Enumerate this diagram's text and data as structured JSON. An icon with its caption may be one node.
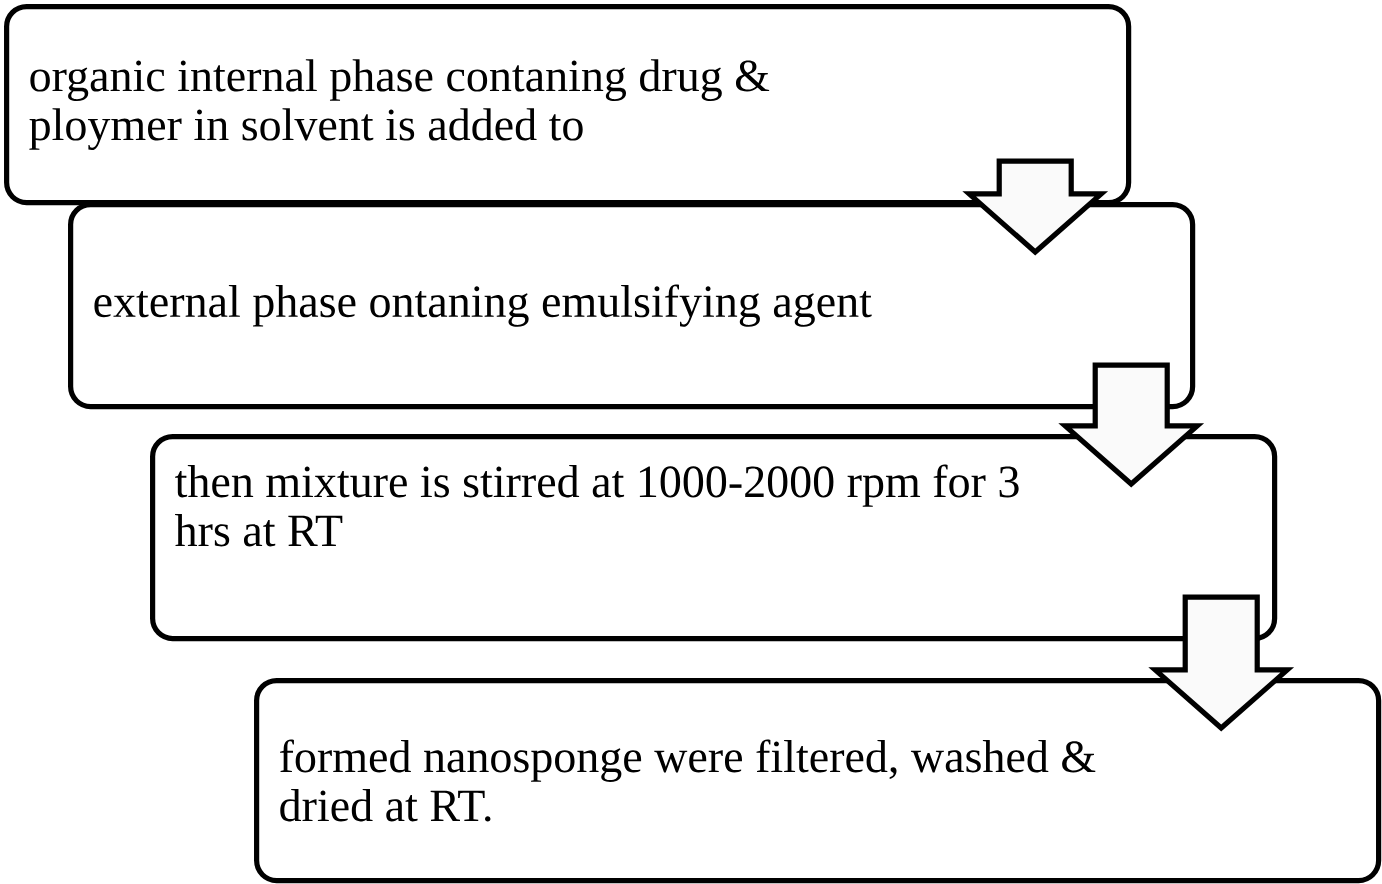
{
  "diagram": {
    "nodes": [
      {
        "text": [
          "organic internal phase contaning drug & ploymer in solvent is added to"
        ]
      },
      {
        "text": [
          "external phase ontaning emulsifying agent"
        ]
      },
      {
        "text": [
          "then mixture is stirred at 1000-2000 rpm for 3 hrs at RT"
        ]
      },
      {
        "text": [
          "formed nanosponge were filtered, washed & dried at RT."
        ]
      }
    ],
    "edges": [
      {
        "from": 0,
        "to": 1,
        "arrow": "to"
      },
      {
        "from": 1,
        "to": 2,
        "arrow": "to"
      },
      {
        "from": 2,
        "to": 3,
        "arrow": "to"
      }
    ]
  }
}
